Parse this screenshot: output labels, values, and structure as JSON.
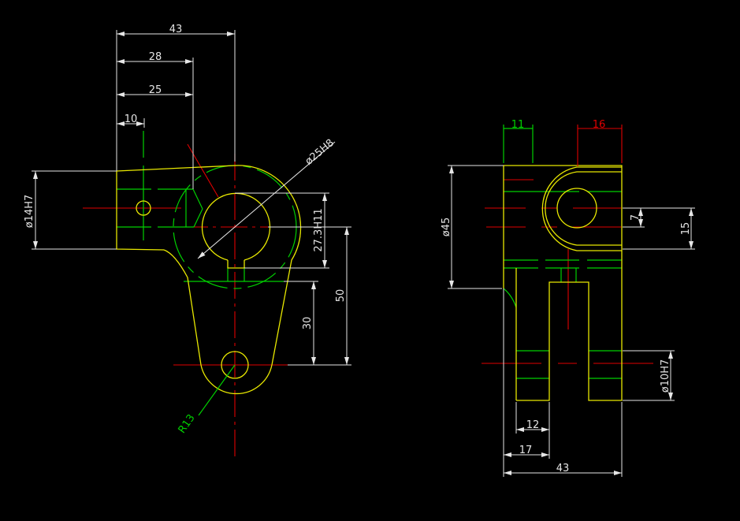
{
  "front_view": {
    "dims": {
      "width_43": "43",
      "width_28": "28",
      "width_25": "25",
      "width_10": "10",
      "dia_14h7": "ø14H7",
      "dia_25h8": "ø25H8",
      "key_27_3h11": "27.3H11",
      "height_50": "50",
      "height_30": "30",
      "radius_r13": "R13"
    }
  },
  "side_view": {
    "dims": {
      "width_11": "11",
      "width_16": "16",
      "dia_45": "ø45",
      "height_7": "7",
      "height_15": "15",
      "dia_10h7": "ø10H7",
      "width_12": "12",
      "width_17": "17",
      "width_43": "43"
    }
  },
  "colors": {
    "background": "#000000",
    "outline": "#e8e800",
    "hidden": "#00d000",
    "center": "#e00000",
    "dimension": "#e6e6e6"
  }
}
